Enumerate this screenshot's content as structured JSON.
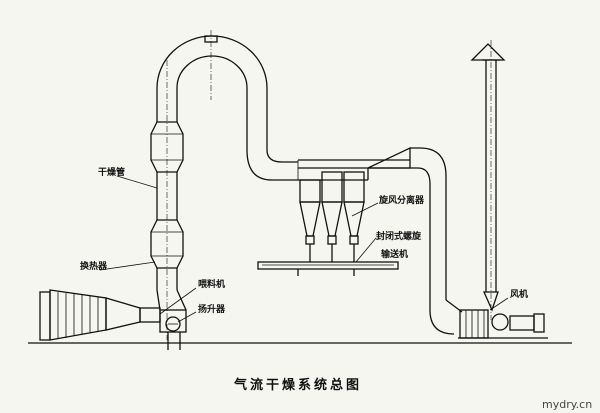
{
  "labels": {
    "dryer_tube": "干燥管",
    "heat_exchanger": "换热器",
    "feeder": "喂料机",
    "elevator": "扬升器",
    "cyclone": "旋风分离器",
    "screw_conveyor_l1": "封闭式螺旋",
    "screw_conveyor_l2": "输送机",
    "fan": "风机"
  },
  "caption": "气流干燥系统总图",
  "watermark": "mydry.cn"
}
